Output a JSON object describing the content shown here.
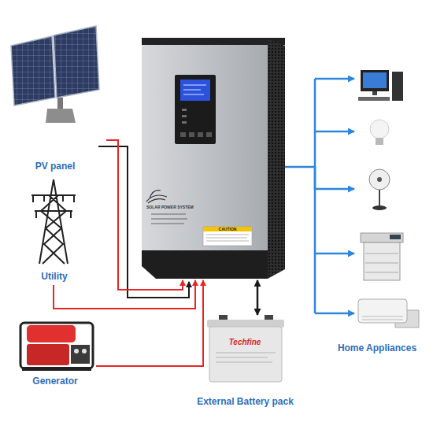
{
  "diagram": {
    "nodes": [
      {
        "text": [
          "PV panel"
        ]
      },
      {
        "text": [
          "SOLAR POWER SYSTEM",
          "CAUTION"
        ]
      },
      {
        "text": [
          "Utility"
        ]
      },
      {
        "text": [
          "Generator"
        ]
      },
      {
        "text": [
          "Techfine",
          "External Battery pack"
        ]
      },
      {
        "text": [
          "Home Appliances"
        ]
      }
    ],
    "edges": [
      {
        "from": 0,
        "to": 1,
        "arrow": "to"
      },
      {
        "from": 2,
        "to": 1,
        "arrow": "to"
      },
      {
        "from": 3,
        "to": 1,
        "arrow": "to"
      },
      {
        "from": 1,
        "to": 4,
        "arrow": "both"
      },
      {
        "from": 1,
        "to": 5,
        "arrow": "to"
      }
    ]
  }
}
